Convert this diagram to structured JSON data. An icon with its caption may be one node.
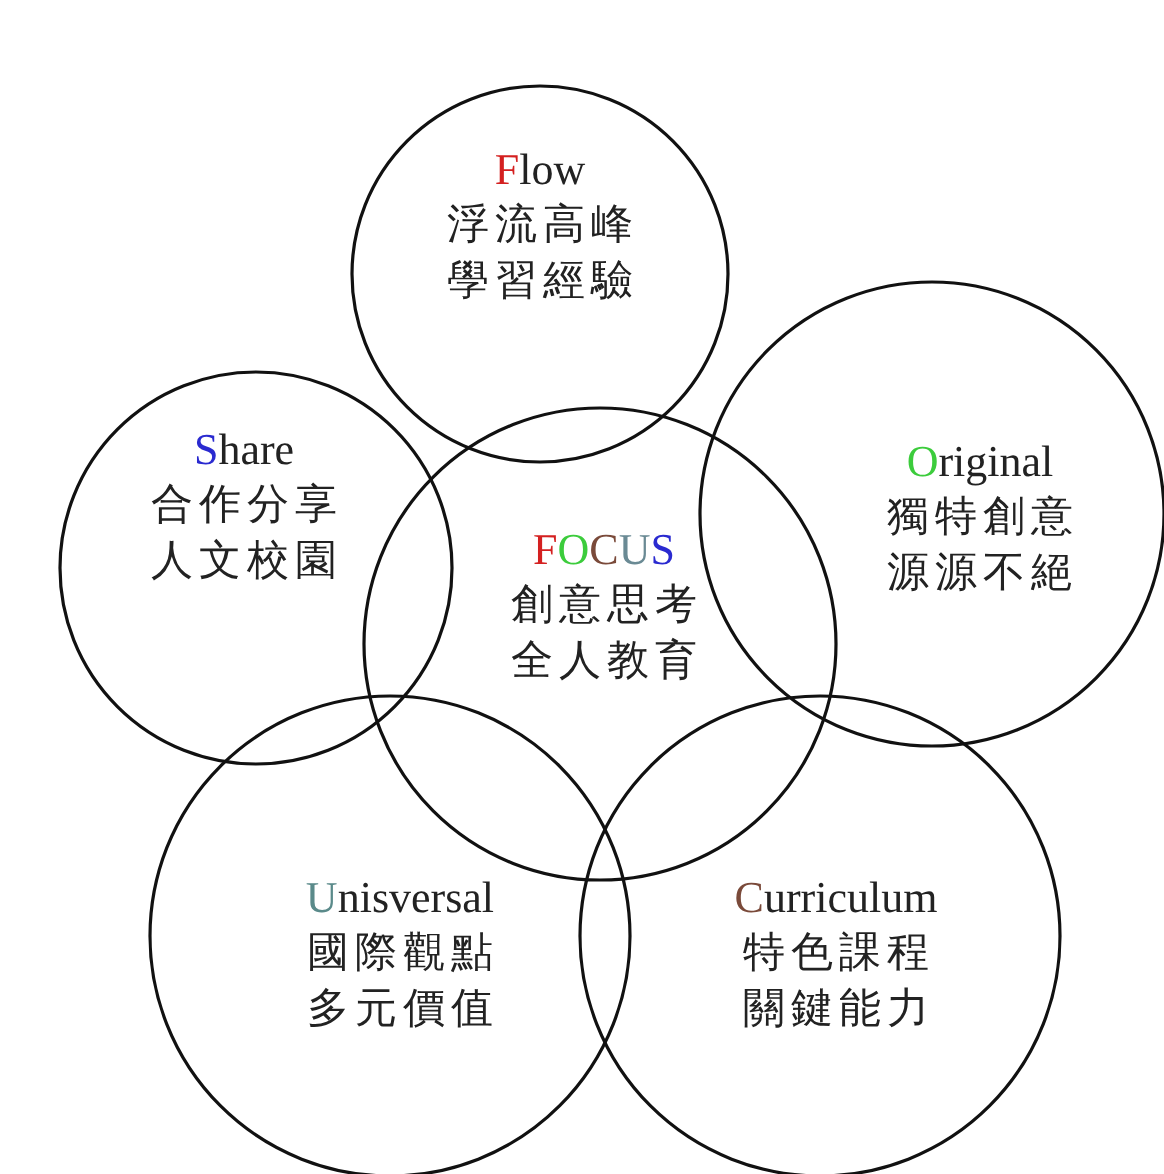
{
  "diagram": {
    "nodes": [
      {
        "text": [
          "Flow",
          "浮流高峰學習經驗"
        ]
      },
      {
        "text": [
          "Share",
          "合作分享人文校園"
        ]
      },
      {
        "text": [
          "Original",
          "獨特創意源源不絕"
        ]
      },
      {
        "text": [
          "FOCUS",
          "創意思考全人教育"
        ]
      },
      {
        "text": [
          "Unisversal",
          "國際觀點多元價值"
        ]
      },
      {
        "text": [
          "Curriculum",
          "特色課程關鍵能力"
        ]
      }
    ]
  }
}
